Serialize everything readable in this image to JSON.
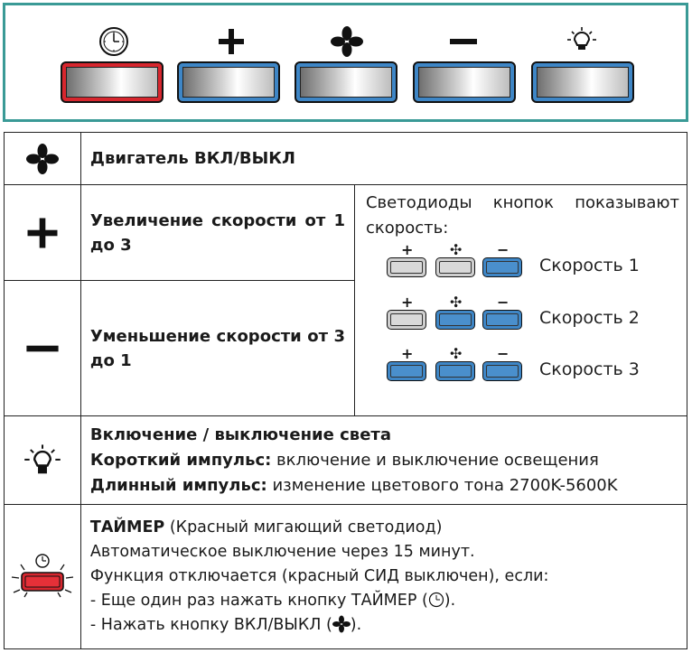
{
  "control_panel": {
    "buttons": [
      {
        "icon": "timer-icon",
        "color": "#d7262e"
      },
      {
        "icon": "plus-icon",
        "color": "#3e86c6"
      },
      {
        "icon": "fan-icon",
        "color": "#3e86c6"
      },
      {
        "icon": "minus-icon",
        "color": "#3e86c6"
      },
      {
        "icon": "light-icon",
        "color": "#3e86c6"
      }
    ],
    "border_color": "#3a9a96"
  },
  "rows": {
    "motor": {
      "icon": "fan-icon",
      "title": "Двигатель ВКЛ/ВЫКЛ"
    },
    "speed_up": {
      "icon": "plus-icon",
      "title": "Увеличение скорости от 1 до 3"
    },
    "speed_down": {
      "icon": "minus-icon",
      "title": "Уменьшение скорости от 3 до 1"
    },
    "leds": {
      "description": "Светодиоды кнопок показывают скорость:",
      "button_symbols": [
        "+",
        "✣",
        "−"
      ],
      "speeds": [
        {
          "label": "Скорость 1",
          "states": [
            "grey",
            "grey",
            "blue"
          ]
        },
        {
          "label": "Скорость 2",
          "states": [
            "grey",
            "blue",
            "blue"
          ]
        },
        {
          "label": "Скорость 3",
          "states": [
            "blue",
            "blue",
            "blue"
          ]
        }
      ]
    },
    "light": {
      "icon": "light-icon",
      "title": "Включение / выключение света",
      "short_label": "Короткий импульс:",
      "short_text": " включение и выключение освещения",
      "long_label": "Длинный импульс:",
      "long_text": " изменение цветового тона 2700K-5600K"
    },
    "timer": {
      "icon": "timer-button-icon",
      "title": "ТАЙМЕР",
      "title_note": " (Красный мигающий светодиод)",
      "line2": "Автоматическое выключение через 15 минут.",
      "line3": "Функция отключается (красный СИД выключен), если:",
      "line4_a": "- Еще один раз нажать кнопку ТАЙМЕР (",
      "line4_b": ").",
      "line5_a": "- Нажать кнопку ВКЛ/ВЫКЛ (",
      "line5_b": ")."
    }
  }
}
